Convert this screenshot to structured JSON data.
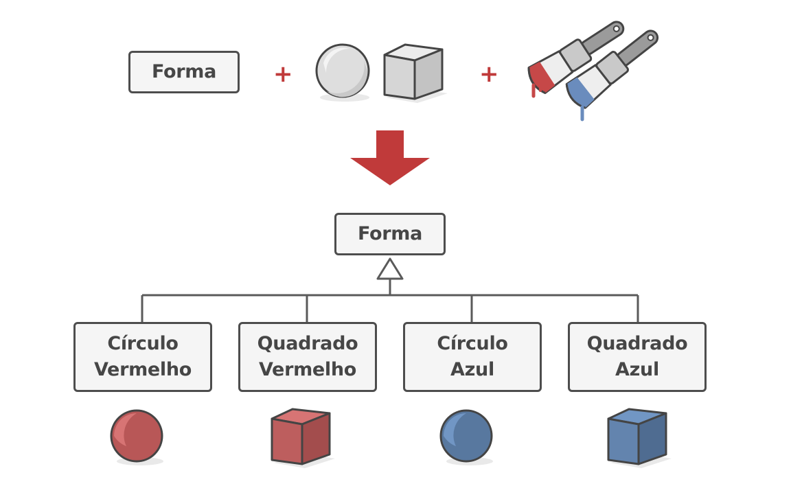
{
  "input_row": {
    "base_class_label": "Forma",
    "plus_symbol": "+"
  },
  "hierarchy": {
    "parent_label": "Forma",
    "children": [
      {
        "line1": "Círculo",
        "line2": "Vermelho",
        "shape": "sphere",
        "color": "#c96464"
      },
      {
        "line1": "Quadrado",
        "line2": "Vermelho",
        "shape": "cube",
        "color": "#c96464"
      },
      {
        "line1": "Círculo",
        "line2": "Azul",
        "shape": "sphere",
        "color": "#6a8cbd"
      },
      {
        "line1": "Quadrado",
        "line2": "Azul",
        "shape": "cube",
        "color": "#6a8cbd"
      }
    ]
  },
  "colors": {
    "accent_red": "#c03a3a",
    "paint_red": "#c96464",
    "paint_blue": "#6a8cbd",
    "outline": "#4d4d4d",
    "box_fill": "#f5f5f5",
    "neutral_shape": "#dcdcdc"
  }
}
